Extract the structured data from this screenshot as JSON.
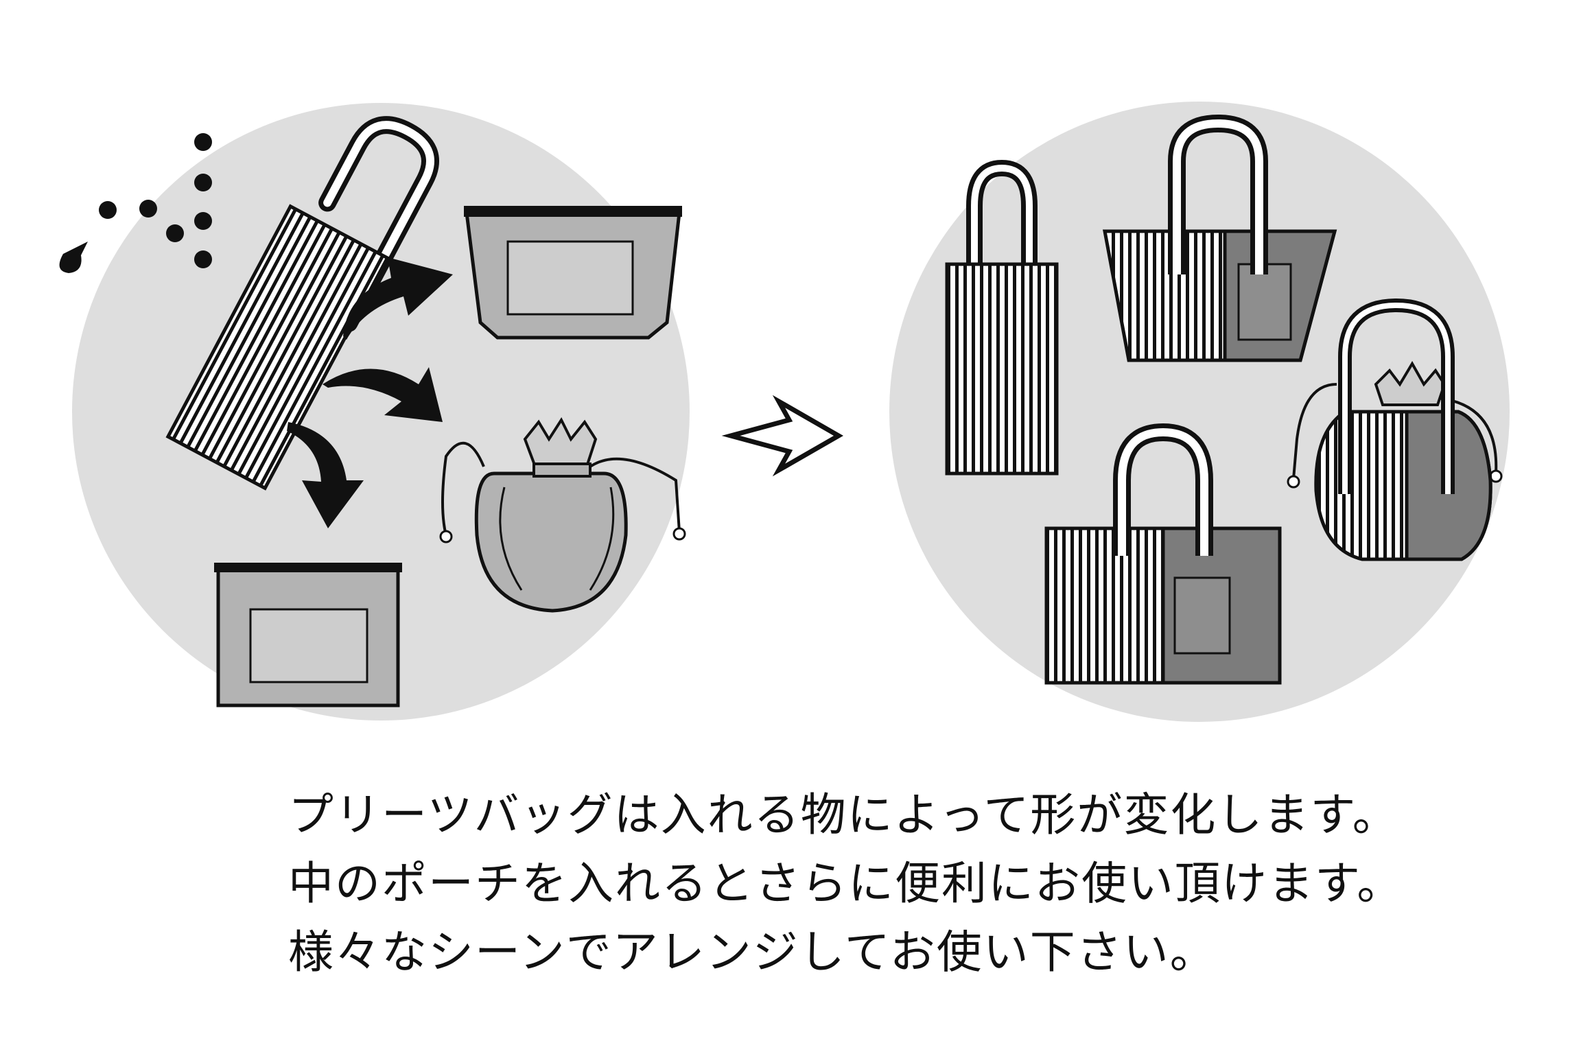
{
  "caption": {
    "lines": [
      "プリーツバッグは入れる物によって形が変化します。",
      "中のポーチを入れるとさらに便利にお使い頂けます。",
      "様々なシーンでアレンジしてお使い下さい。"
    ]
  },
  "colors": {
    "circle_background": "#dedede",
    "pouch_fill": "#b3b3b3",
    "pouch_panel": "#cdcdcd",
    "dark_pouch_fill": "#7c7c7c",
    "outline": "#111111",
    "stripe_light": "#ffffff"
  },
  "icons": {
    "folded_bag": "striped-tote-icon",
    "items": [
      "drop-icon",
      "dot-icon"
    ],
    "pouches": [
      "trapezoid-pouch-icon",
      "drawstring-pouch-icon",
      "square-pouch-icon"
    ],
    "transition": "outline-arrow-icon",
    "results": [
      "tall-tote-icon",
      "trapezoid-tote-icon",
      "drawstring-tote-icon",
      "square-tote-icon"
    ]
  }
}
